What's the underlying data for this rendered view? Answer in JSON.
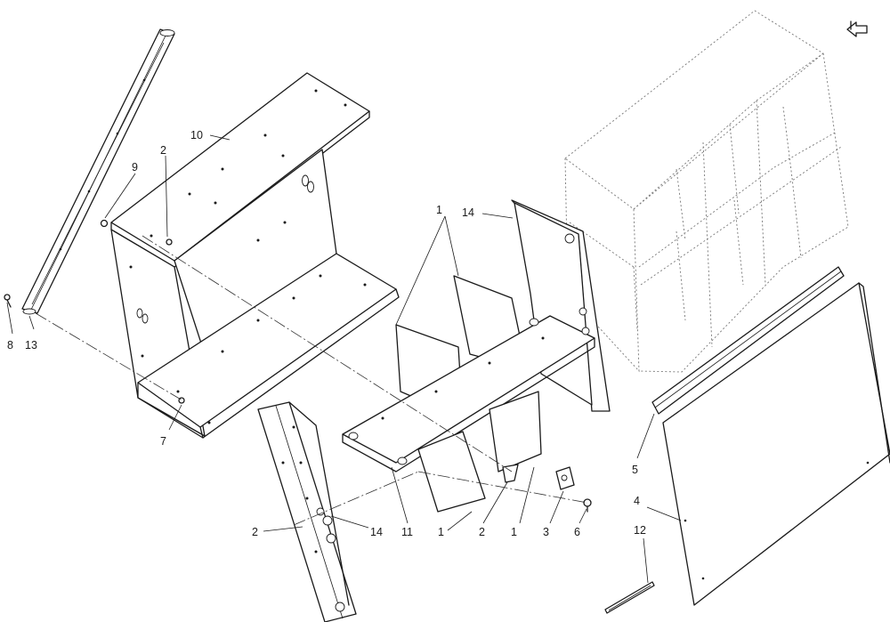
{
  "callouts": {
    "c1a": "1",
    "c1b": "1",
    "c1c": "1",
    "c2a": "2",
    "c2b": "2",
    "c2c": "2",
    "c3": "3",
    "c4": "4",
    "c5": "5",
    "c6": "6",
    "c7": "7",
    "c8": "8",
    "c9": "9",
    "c10": "10",
    "c11": "11",
    "c12": "12",
    "c13": "13",
    "c14a": "14",
    "c14b": "14"
  },
  "icons": {
    "top_right": "return-arrow-icon"
  }
}
